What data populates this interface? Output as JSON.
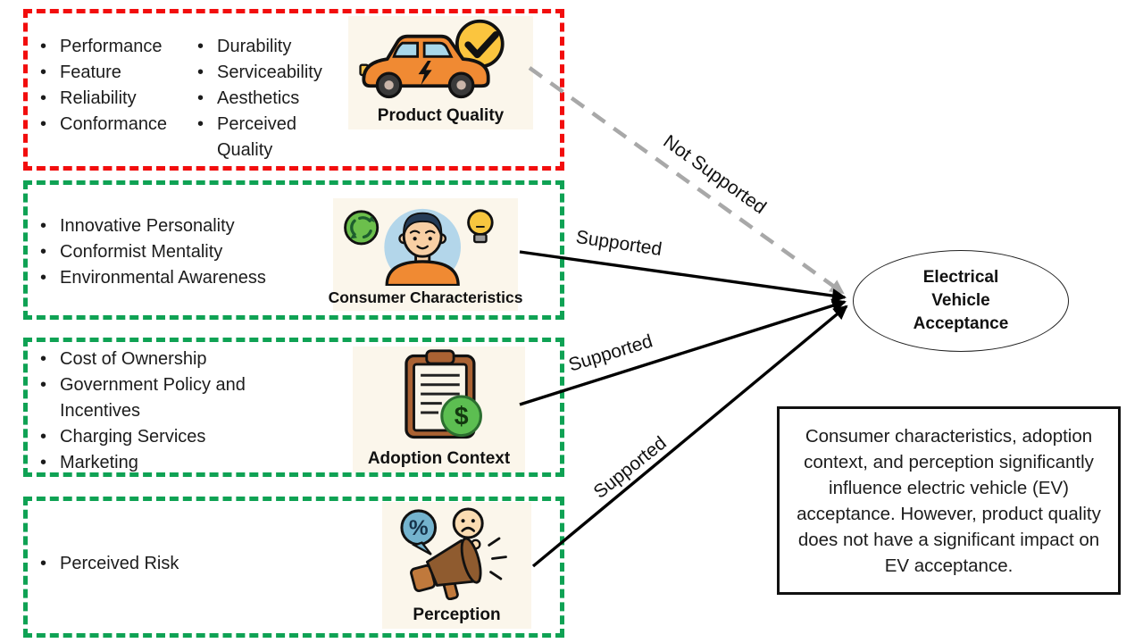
{
  "diagram": {
    "colors": {
      "not_supported_box_border": "#F20D0D",
      "supported_box_border": "#0FA254",
      "not_supported_arrow": "#A8A8A8",
      "supported_arrow": "#000000",
      "icon_panel_background": "#FBF6EB"
    },
    "factors": [
      {
        "label": "Product Quality",
        "icon": "ev-car-check-icon",
        "support": "Not Supported",
        "bullets_col1": [
          "Performance",
          "Feature",
          "Reliability",
          "Conformance"
        ],
        "bullets_col2": [
          "Durability",
          "Serviceability",
          "Aesthetics",
          "Perceived Quality"
        ]
      },
      {
        "label": "Consumer Characteristics",
        "icon": "consumer-person-icon",
        "support": "Supported",
        "bullets": [
          "Innovative Personality",
          "Conformist Mentality",
          "Environmental Awareness"
        ]
      },
      {
        "label": "Adoption Context",
        "icon": "clipboard-dollar-icon",
        "support": "Supported",
        "bullets": [
          "Cost of Ownership",
          "Government Policy and Incentives",
          "Charging Services",
          "Marketing"
        ]
      },
      {
        "label": "Perception",
        "icon": "megaphone-percent-icon",
        "support": "Supported",
        "bullets": [
          "Perceived Risk"
        ]
      }
    ],
    "outcome": {
      "lines": [
        "Electrical",
        "Vehicle",
        "Acceptance"
      ]
    },
    "edges": [
      {
        "from": "Product Quality",
        "to": "Electrical Vehicle Acceptance",
        "label": "Not Supported",
        "style": "dashed",
        "color": "#A8A8A8"
      },
      {
        "from": "Consumer Characteristics",
        "to": "Electrical Vehicle Acceptance",
        "label": "Supported",
        "style": "solid",
        "color": "#000000"
      },
      {
        "from": "Adoption Context",
        "to": "Electrical Vehicle Acceptance",
        "label": "Supported",
        "style": "solid",
        "color": "#000000"
      },
      {
        "from": "Perception",
        "to": "Electrical Vehicle Acceptance",
        "label": "Supported",
        "style": "solid",
        "color": "#000000"
      }
    ],
    "conclusion": "Consumer characteristics, adoption context, and perception significantly influence electric vehicle (EV) acceptance. However, product quality does not have a significant impact on EV acceptance."
  }
}
